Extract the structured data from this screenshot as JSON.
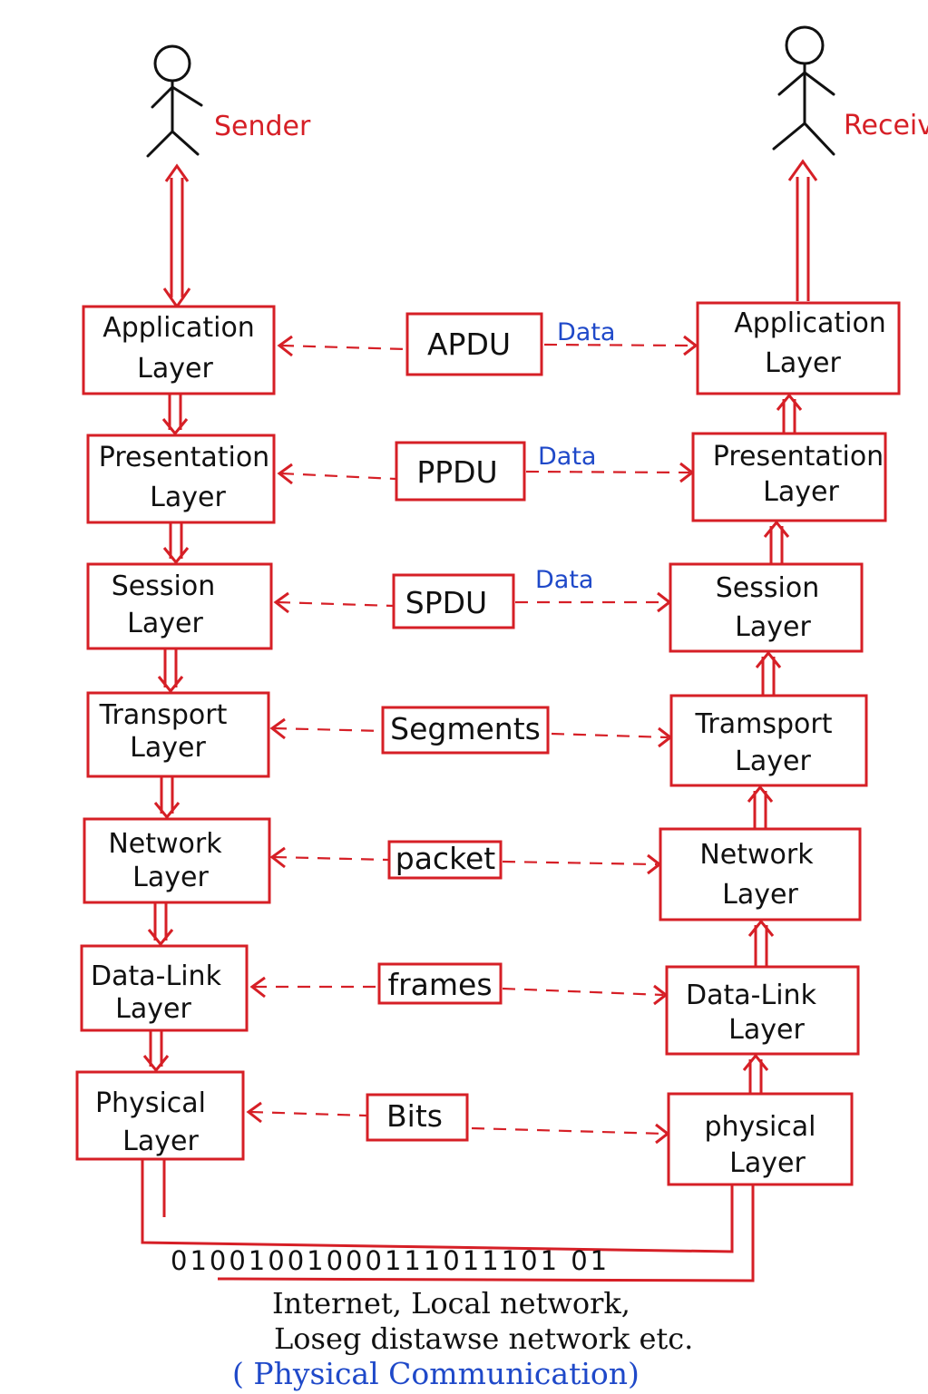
{
  "colors": {
    "ink": "#111111",
    "accent": "#d61f26",
    "blue": "#1f49c9"
  },
  "sender": {
    "label": "Sender"
  },
  "receiver": {
    "label": "Receiver"
  },
  "layers": [
    {
      "left": [
        "Application",
        "Layer"
      ],
      "right": [
        "Application",
        "Layer"
      ],
      "pdu": "APDU",
      "data_label": "Data"
    },
    {
      "left": [
        "Presentation",
        "Layer"
      ],
      "right": [
        "Presentation",
        "Layer"
      ],
      "pdu": "PPDU",
      "data_label": "Data"
    },
    {
      "left": [
        "Session",
        "Layer"
      ],
      "right": [
        "Session",
        "Layer"
      ],
      "pdu": "SPDU",
      "data_label": "Data"
    },
    {
      "left": [
        "Transport",
        "Layer"
      ],
      "right": [
        "Tramsport",
        "Layer"
      ],
      "pdu": "Segments",
      "data_label": ""
    },
    {
      "left": [
        "Network",
        "Layer"
      ],
      "right": [
        "Network",
        "Layer"
      ],
      "pdu": "packet",
      "data_label": ""
    },
    {
      "left": [
        "Data-Link",
        "Layer"
      ],
      "right": [
        "Data-Link",
        "Layer"
      ],
      "pdu": "frames",
      "data_label": ""
    },
    {
      "left": [
        "Physical",
        "Layer"
      ],
      "right": [
        "physical",
        "Layer"
      ],
      "pdu": "Bits",
      "data_label": ""
    }
  ],
  "medium": {
    "bits": "01001001000111011101 01",
    "note_line1": "Internet, Local network,",
    "note_line2": "Loseg distawse network etc.",
    "physical": "( Physical Communication)"
  }
}
